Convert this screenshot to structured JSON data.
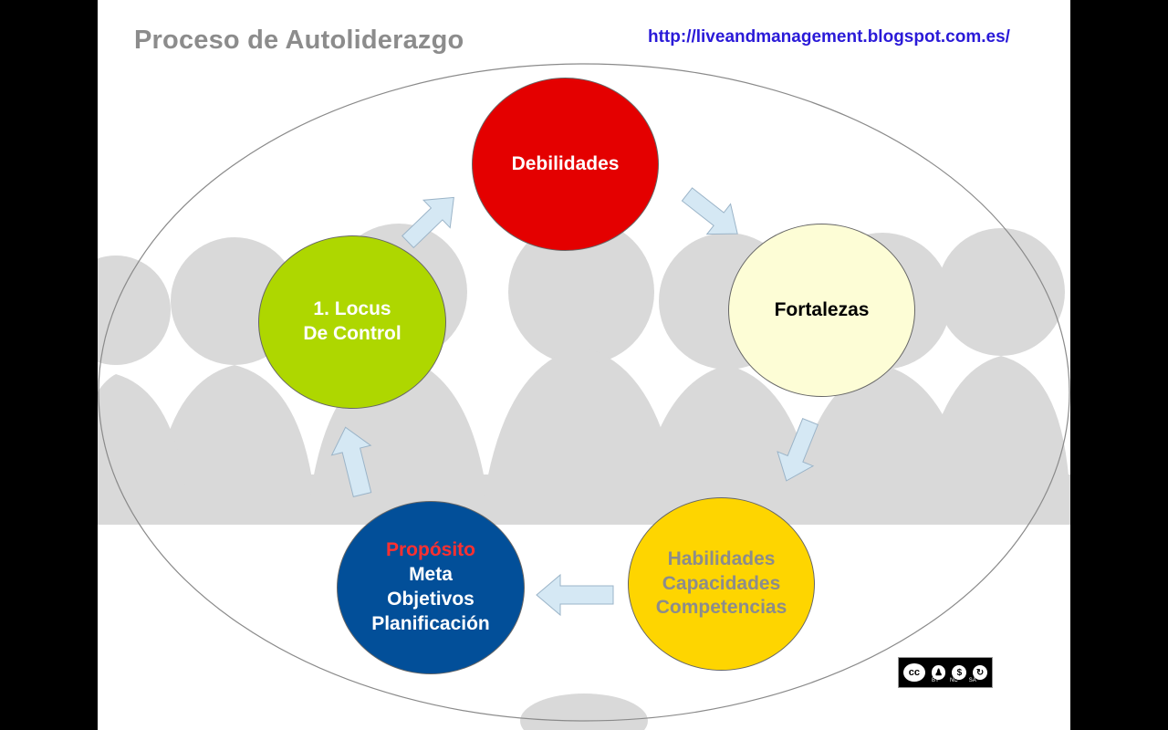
{
  "header": {
    "title": "Proceso de Autoliderazgo",
    "url": "http://liveandmanagement.blogspot.com.es/"
  },
  "nodes": {
    "debilidades": {
      "label": "Debilidades",
      "color": "#e40000"
    },
    "fortalezas": {
      "label": "Fortalezas",
      "color": "#fdfdd6"
    },
    "habilidades": {
      "lines": [
        "Habilidades",
        "Capacidades",
        "Competencias"
      ],
      "color": "#fed500"
    },
    "proposito": {
      "highlight": "Propósito",
      "lines": [
        "Meta",
        "Objetivos",
        "Planificación"
      ],
      "color": "#024f99",
      "highlight_color": "#ff3030"
    },
    "locus": {
      "lines": [
        "1. Locus",
        "De Control"
      ],
      "color": "#aed700"
    }
  },
  "arrow_color": "#d5e8f4",
  "license": {
    "badge": "cc",
    "icons": [
      "by-icon",
      "nc-icon",
      "sa-icon"
    ],
    "labels": [
      "BY",
      "NC",
      "SA"
    ]
  }
}
